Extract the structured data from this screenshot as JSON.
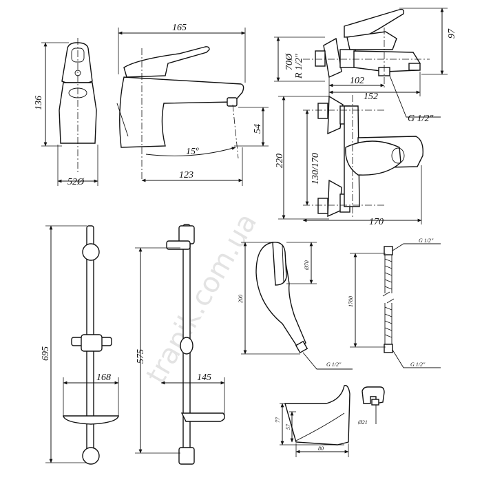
{
  "watermark": "trapik.com.ua",
  "basin_mixer": {
    "height": "136",
    "width": "165",
    "base_diameter": "52Ø",
    "spout_height": "54",
    "reach": "123",
    "swivel_angle": "15º"
  },
  "bath_mixer": {
    "height": "97",
    "connection_diameter": "70Ø",
    "thread_top": "R 1/2\"",
    "depth_inner": "102",
    "depth_outer": "152",
    "outlet_thread": "G 1/2\"",
    "height_total": "220",
    "centers": "130/170",
    "width": "170"
  },
  "shower_rail": {
    "front_height": "695",
    "side_height": "575",
    "soap_dish_front": "168",
    "soap_dish_side": "145"
  },
  "hand_shower": {
    "head_diameter": "Ø70",
    "length": "200",
    "thread": "G 1/2\""
  },
  "hose": {
    "thread_top": "G 1/2\"",
    "length": "1700",
    "thread_bottom": "G 1/2\""
  },
  "holder": {
    "height_outer": "77",
    "height_inner": "57",
    "diameter": "Ø21",
    "depth": "80"
  }
}
